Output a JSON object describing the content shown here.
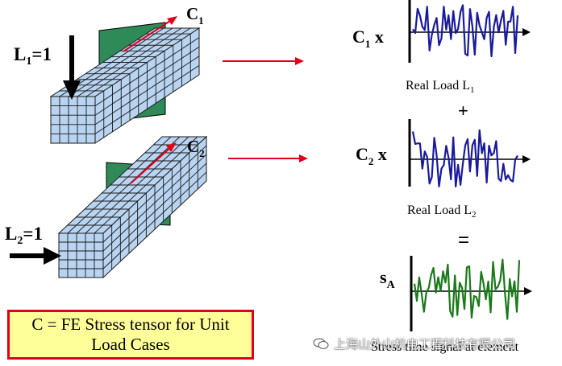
{
  "load_cases": [
    {
      "load_label": "L",
      "load_sub": "1",
      "load_val": "=1",
      "coef": "C",
      "coef_sub": "1"
    },
    {
      "load_label": "L",
      "load_sub": "2",
      "load_val": "=1",
      "coef": "C",
      "coef_sub": "2"
    }
  ],
  "signals": [
    {
      "label": "C",
      "label_sub": "1",
      "label_suffix": " x",
      "caption": "Real Load L",
      "caption_sub": "1",
      "color": "#1a1aa0"
    },
    {
      "label": "C",
      "label_sub": "2",
      "label_suffix": " x",
      "caption": "Real Load L",
      "caption_sub": "2",
      "color": "#1a1aa0"
    },
    {
      "label": "s",
      "label_sub": "A",
      "label_suffix": "",
      "caption": "Stress time signal at element",
      "caption_sub": "",
      "color": "#1a7a1a"
    }
  ],
  "operators": {
    "plus": "+",
    "equals": "="
  },
  "note": {
    "line1": "C = FE Stress tensor for Unit",
    "line2": "Load Cases"
  },
  "watermark": "上海山外山机电工程科技有限公司",
  "colors": {
    "mesh_fill": "#b8d4f0",
    "mesh_line": "#1a1a1a",
    "plate": "#2e8b57",
    "arrow_red": "#e0001b",
    "note_fill": "#ffff99",
    "note_border": "#e0001b"
  }
}
